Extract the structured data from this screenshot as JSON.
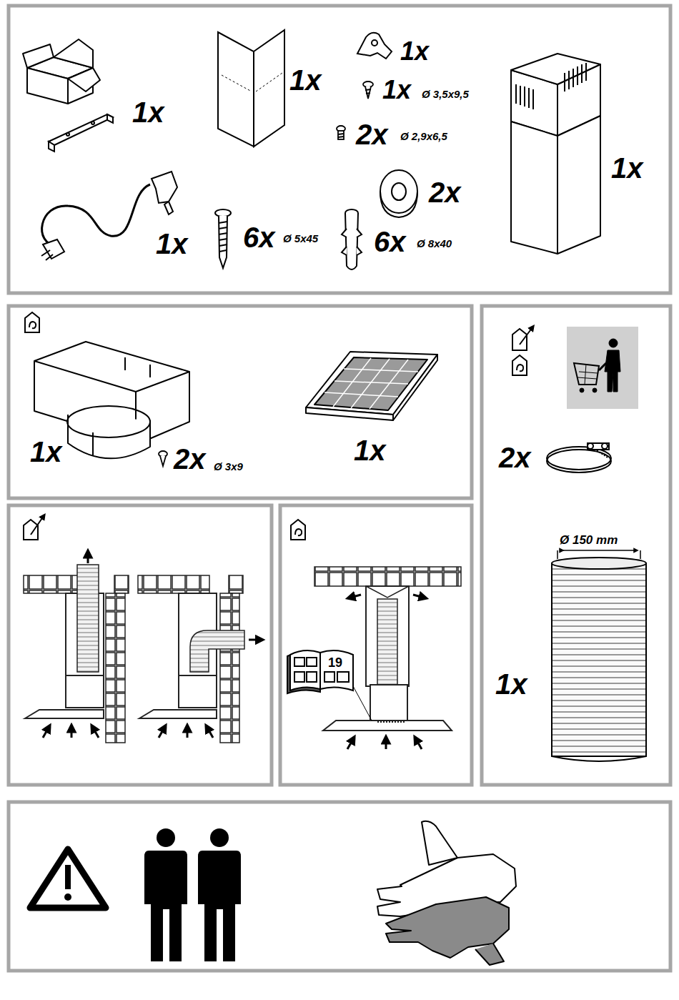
{
  "diagram": {
    "labels": [
      "1x",
      "1x",
      "1x",
      "1x",
      "Ø 3,5x9,5",
      "2x",
      "Ø 2,9x6,5",
      "2x",
      "1x",
      "1x",
      "6x",
      "Ø 5x45",
      "6x",
      "Ø 8x40",
      "1x",
      "2x",
      "Ø 3x9",
      "1x",
      "2x",
      "Ø 150 mm",
      "1x",
      "19"
    ]
  }
}
